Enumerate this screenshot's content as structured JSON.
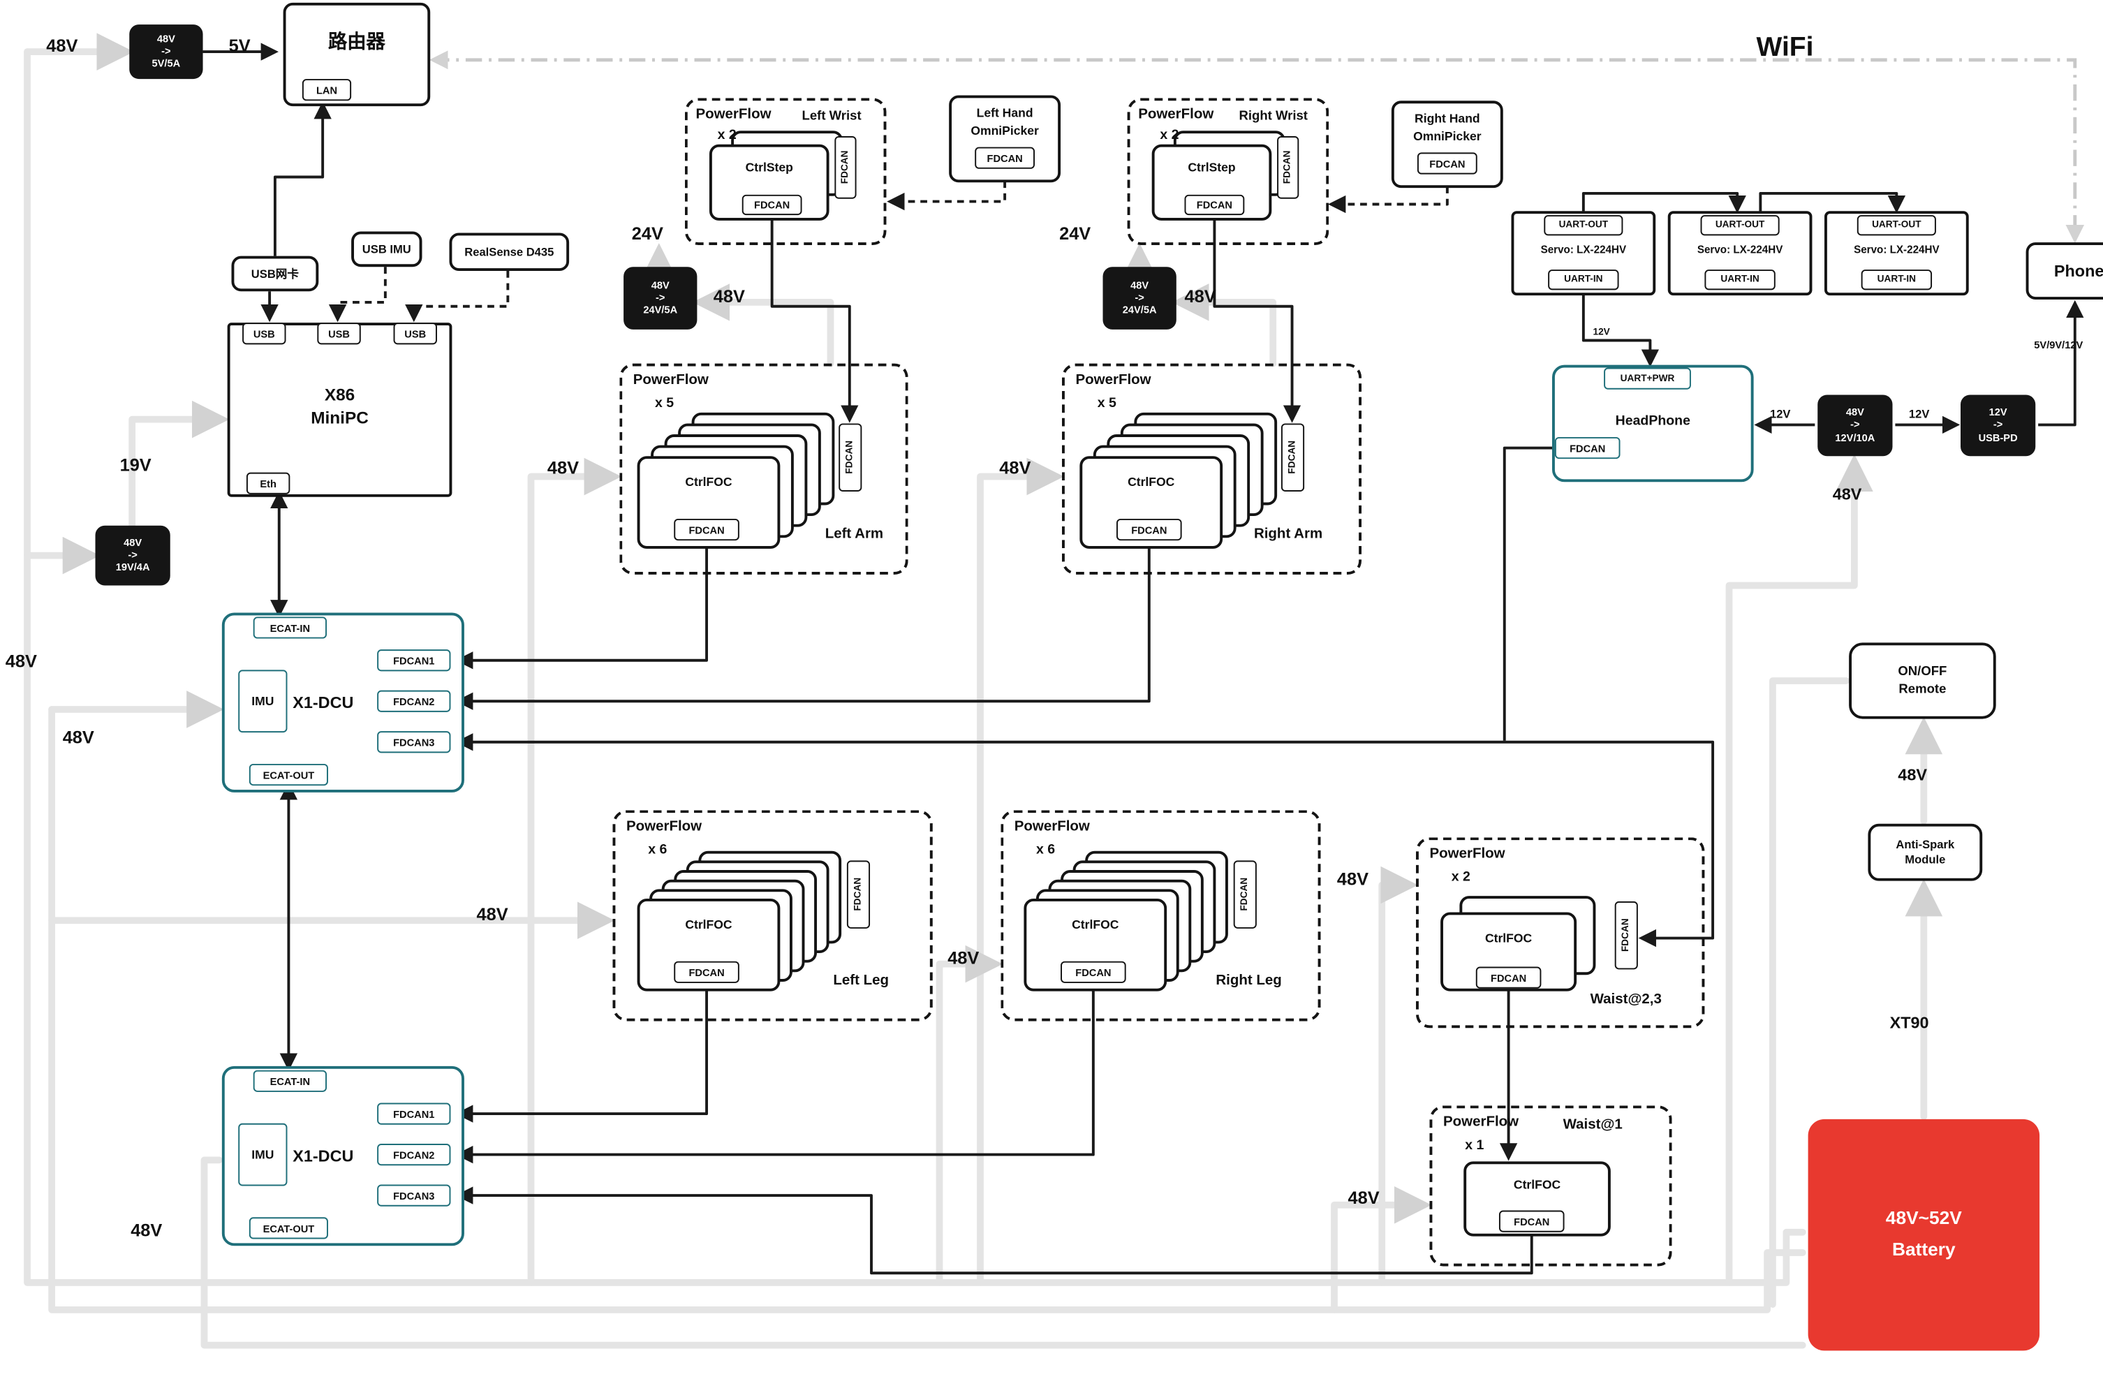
{
  "colors": {
    "teal": "#1f6f7a",
    "battery_red": "#e8392f",
    "wire_gray": "#e4e4e4",
    "signal_black": "#1a1a1a"
  },
  "labels": {
    "v48_top": "48V",
    "v5": "5V",
    "wifi": "WiFi",
    "v19": "19V",
    "v48_left_upper": "48V",
    "v48_left_mid": "48V",
    "v48_left_lower": "48V",
    "v24_left": "24V",
    "v48_wrist_left": "48V",
    "v24_right": "24V",
    "v48_wrist_right": "48V",
    "v48_arm_left": "48V",
    "v48_arm_right": "48V",
    "v48_leg_left": "48V",
    "v48_leg_right": "48V",
    "v48_waist23": "48V",
    "v48_waist1": "48V",
    "v12_servo": "12V",
    "v12_head": "12V",
    "v12_pd": "12V",
    "v_phone": "5V/9V/12V",
    "v48_conv12": "48V",
    "v48_remote": "48V",
    "xt90": "XT90"
  },
  "router": {
    "title": "路由器",
    "lan": "LAN"
  },
  "converters": {
    "c5": {
      "i": "48V",
      "a": "->",
      "o": "5V/5A"
    },
    "c19": {
      "i": "48V",
      "a": "->",
      "o": "19V/4A"
    },
    "c24l": {
      "i": "48V",
      "a": "->",
      "o": "24V/5A"
    },
    "c24r": {
      "i": "48V",
      "a": "->",
      "o": "24V/5A"
    },
    "c12": {
      "i": "48V",
      "a": "->",
      "o": "12V/10A"
    },
    "cpd": {
      "i": "12V",
      "a": "->",
      "o": "USB-PD"
    }
  },
  "peripherals": {
    "usb_nic": "USB网卡",
    "usb_imu": "USB IMU",
    "realsense": "RealSense D435"
  },
  "pc": {
    "l1": "X86",
    "l2": "MiniPC",
    "usb": "USB",
    "eth": "Eth"
  },
  "dcu": {
    "name": "X1-DCU",
    "ecat_in": "ECAT-IN",
    "ecat_out": "ECAT-OUT",
    "imu": "IMU",
    "fdcan1": "FDCAN1",
    "fdcan2": "FDCAN2",
    "fdcan3": "FDCAN3"
  },
  "clusters": {
    "wrist_left": {
      "title": "PowerFlow",
      "count": "x 2",
      "side": "Left Wrist",
      "ctrl": "CtrlStep",
      "fdcan": "FDCAN"
    },
    "wrist_right": {
      "title": "PowerFlow",
      "count": "x 2",
      "side": "Right Wrist",
      "ctrl": "CtrlStep",
      "fdcan": "FDCAN"
    },
    "arm_left": {
      "title": "PowerFlow",
      "count": "x 5",
      "side": "Left Arm",
      "ctrl": "CtrlFOC",
      "fdcan": "FDCAN"
    },
    "arm_right": {
      "title": "PowerFlow",
      "count": "x 5",
      "side": "Right Arm",
      "ctrl": "CtrlFOC",
      "fdcan": "FDCAN"
    },
    "leg_left": {
      "title": "PowerFlow",
      "count": "x 6",
      "side": "Left Leg",
      "ctrl": "CtrlFOC",
      "fdcan": "FDCAN"
    },
    "leg_right": {
      "title": "PowerFlow",
      "count": "x 6",
      "side": "Right Leg",
      "ctrl": "CtrlFOC",
      "fdcan": "FDCAN"
    },
    "waist23": {
      "title": "PowerFlow",
      "count": "x 2",
      "side": "Waist@2,3",
      "ctrl": "CtrlFOC",
      "fdcan": "FDCAN"
    },
    "waist1": {
      "title": "PowerFlow",
      "count": "x 1",
      "side": "Waist@1",
      "ctrl": "CtrlFOC",
      "fdcan": "FDCAN"
    }
  },
  "hands": {
    "left": {
      "l1": "Left Hand",
      "l2": "OmniPicker",
      "fdcan": "FDCAN"
    },
    "right": {
      "l1": "Right Hand",
      "l2": "OmniPicker",
      "fdcan": "FDCAN"
    }
  },
  "servos": {
    "uart_out": "UART-OUT",
    "name": "Servo: LX-224HV",
    "uart_in": "UART-IN"
  },
  "headphone": {
    "uart": "UART+PWR",
    "title": "HeadPhone",
    "fdcan": "FDCAN"
  },
  "phone": {
    "title": "Phone"
  },
  "remote": {
    "l1": "ON/OFF",
    "l2": "Remote"
  },
  "antispark": {
    "l1": "Anti-Spark",
    "l2": "Module"
  },
  "battery": {
    "l1": "48V~52V",
    "l2": "Battery"
  }
}
